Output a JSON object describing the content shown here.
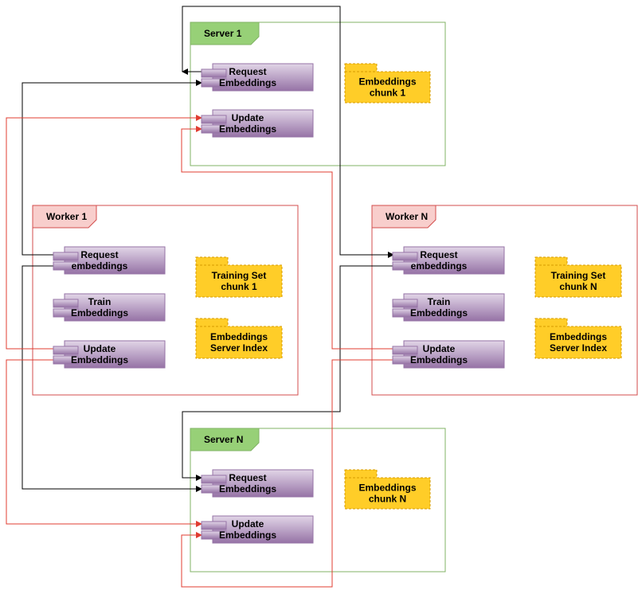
{
  "colors": {
    "server_border": "#82b366",
    "server_tab": "#97d077",
    "worker_border": "#d34d4d",
    "worker_tab": "#f8cecc",
    "component_light": "#e1d5e7",
    "component_dark": "#9673a6",
    "folder_fill": "#ffcd28",
    "folder_border": "#d79b00",
    "request_edge": "#000000",
    "update_edge": "#e03c31"
  },
  "servers": [
    {
      "title": "Server 1",
      "request_label": [
        "Request",
        "Embeddings"
      ],
      "update_label": [
        "Update",
        "Embeddings"
      ],
      "chunk_label": [
        "Embeddings",
        "chunk 1"
      ]
    },
    {
      "title": "Server N",
      "request_label": [
        "Request",
        "Embeddings"
      ],
      "update_label": [
        "Update",
        "Embeddings"
      ],
      "chunk_label": [
        "Embeddings",
        "chunk N"
      ]
    }
  ],
  "workers": [
    {
      "title": "Worker 1",
      "request_label": [
        "Request",
        "embeddings"
      ],
      "train_label": [
        "Train",
        "Embeddings"
      ],
      "update_label": [
        "Update",
        "Embeddings"
      ],
      "training_set_label": [
        "Training Set",
        "chunk 1"
      ],
      "index_label": [
        "Embeddings",
        "Server Index"
      ]
    },
    {
      "title": "Worker N",
      "request_label": [
        "Request",
        "embeddings"
      ],
      "train_label": [
        "Train",
        "Embeddings"
      ],
      "update_label": [
        "Update",
        "Embeddings"
      ],
      "training_set_label": [
        "Training Set",
        "chunk N"
      ],
      "index_label": [
        "Embeddings",
        "Server Index"
      ]
    }
  ]
}
